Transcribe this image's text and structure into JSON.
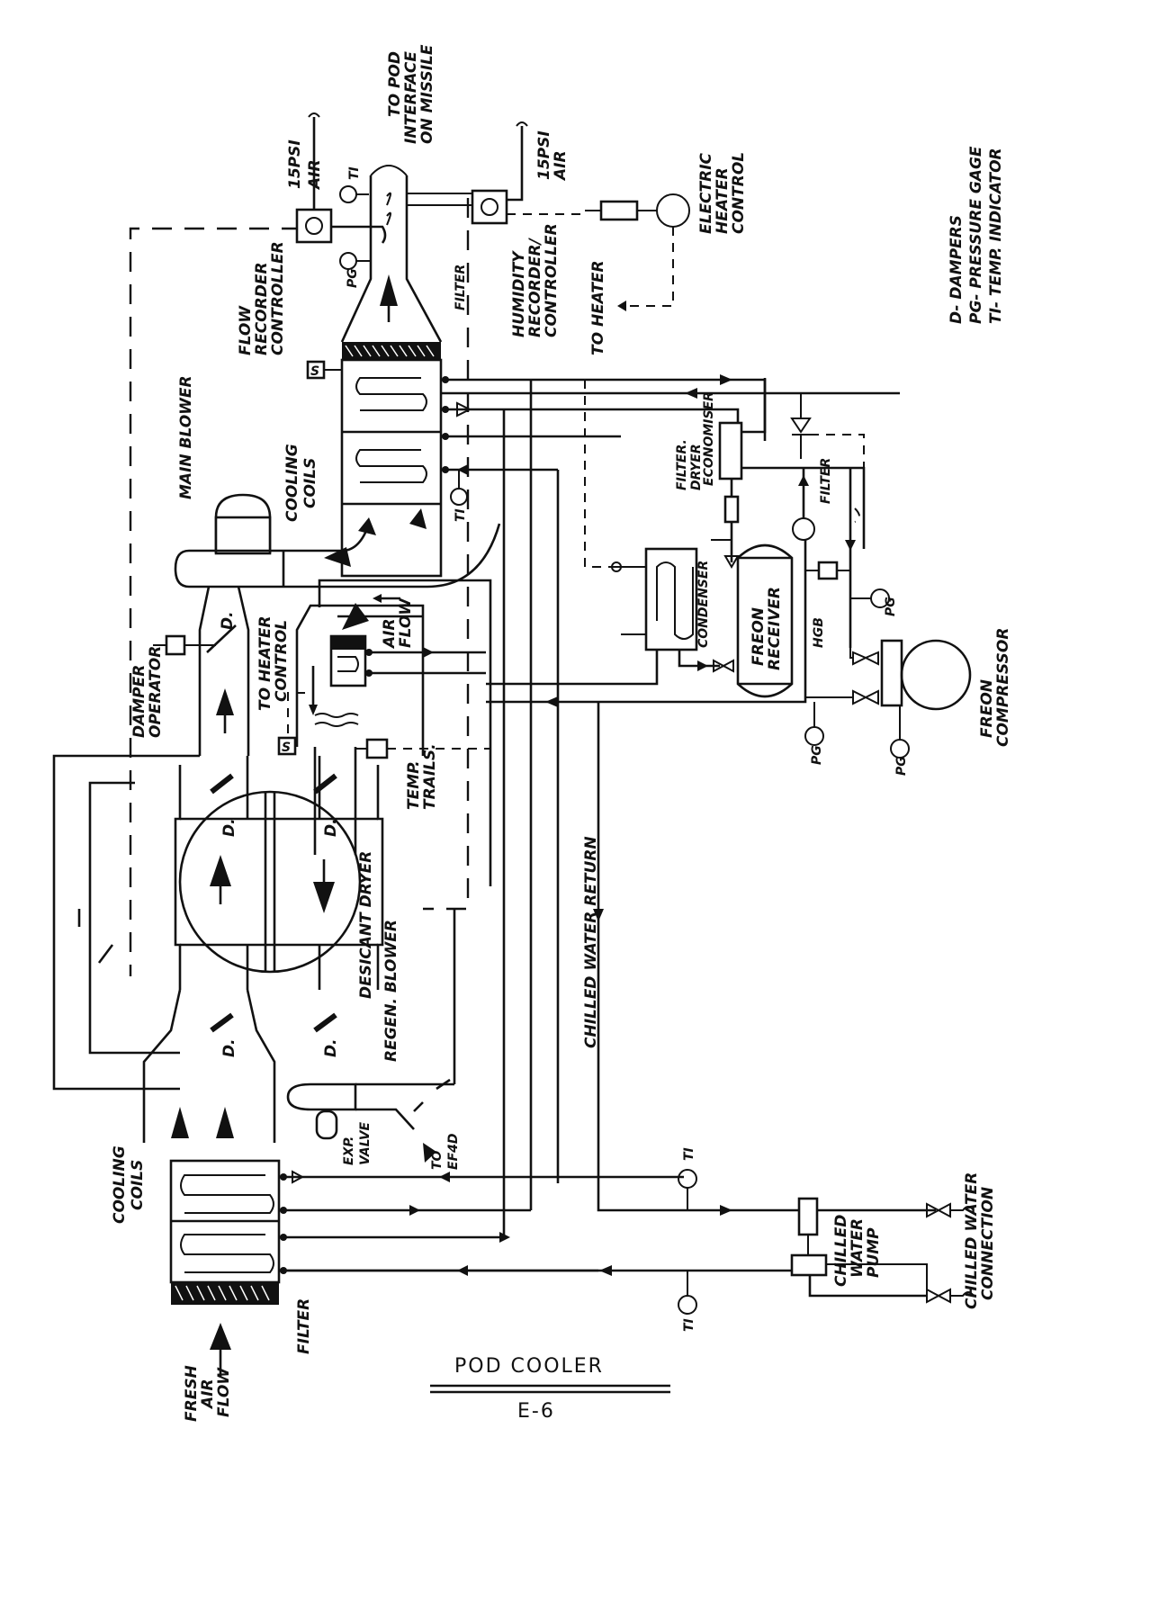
{
  "title": "POD COOLER",
  "figure_number": "E-6",
  "legend": [
    {
      "abbr": "D",
      "meaning": "DAMPERS",
      "text": "D- DAMPERS"
    },
    {
      "abbr": "PG",
      "meaning": "PRESSURE GAGE",
      "text": "PG- PRESSURE GAGE"
    },
    {
      "abbr": "TI",
      "meaning": "TEMP. INDICATOR",
      "text": "TI- TEMP. INDICATOR"
    }
  ],
  "labels": {
    "to_pod": [
      "TO POD",
      "INTERFACE",
      "ON MISSILE"
    ],
    "psi_air_1": [
      "15PSI",
      "AIR"
    ],
    "psi_air_2": [
      "15PSI",
      "AIR"
    ],
    "ti": "TI",
    "pg": "PG",
    "flow_recorder": [
      "FLOW",
      "RECORDER",
      "CONTROLLER"
    ],
    "humidity_recorder": [
      "HUMIDITY",
      "RECORDER/",
      "CONTROLLER"
    ],
    "to_heater": "TO HEATER",
    "electric_heater": [
      "ELECTRIC",
      "HEATER",
      "CONTROL"
    ],
    "filter": "FILTER",
    "main_blower": "MAIN BLOWER",
    "cooling_coils": [
      "COOLING",
      "COILS"
    ],
    "damper_operator": [
      "DAMPER",
      "OPERATOR"
    ],
    "to_heater_control": [
      "TO HEATER",
      "CONTROL"
    ],
    "air_flow": [
      "AIR",
      "FLOW"
    ],
    "temp_trails": [
      "TEMP.",
      "TRAILS."
    ],
    "desicant_dryer": "DESICANT DRYER",
    "regen_blower": "REGEN. BLOWER",
    "exp_valve": [
      "EXP.",
      "VALVE"
    ],
    "to_ef4d": [
      "TO",
      "EF4D"
    ],
    "fresh_air_flow": [
      "FRESH",
      "AIR",
      "FLOW"
    ],
    "chilled_water_return": "CHILLED WATER RETURN",
    "chilled_water_pump": [
      "CHILLED",
      "WATER",
      "PUMP"
    ],
    "chilled_water_connection": [
      "CHILLED WATER",
      "CONNECTION"
    ],
    "filter_dryer": [
      "FILTER.",
      "DRYER"
    ],
    "economiser": "ECONOMISER",
    "condenser": "CONDENSER",
    "freon_receiver": [
      "FREON",
      "RECEIVER"
    ],
    "hgb": "HGB",
    "freon_compressor": [
      "FREON",
      "COMPRESSOR"
    ],
    "damper": "D.",
    "solenoid": "S"
  }
}
